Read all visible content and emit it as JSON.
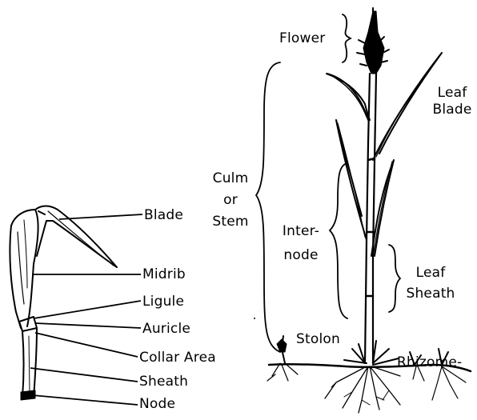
{
  "colors": {
    "ink": "#000000",
    "background": "#ffffff"
  },
  "labels": {
    "flower": "Flower",
    "leaf_blade": [
      "Leaf",
      "Blade"
    ],
    "culm_or_stem": [
      "Culm",
      "or",
      "Stem"
    ],
    "internode": [
      "Inter-",
      "node"
    ],
    "leaf_sheath": [
      "Leaf",
      "Sheath"
    ],
    "stolon": "Stolon",
    "rhizome": "Rhizome-",
    "blade": "Blade",
    "midrib": "Midrib",
    "ligule": "Ligule",
    "auricle": "Auricle",
    "collar_area": "Collar Area",
    "sheath": "Sheath",
    "node": "Node"
  }
}
